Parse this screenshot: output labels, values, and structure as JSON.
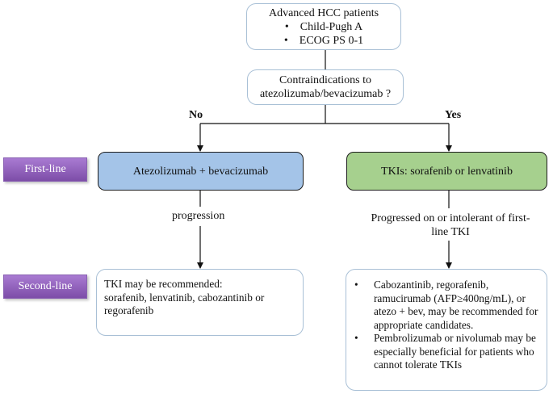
{
  "root": {
    "title": "Advanced HCC patients",
    "bullets": [
      "Child-Pugh A",
      "ECOG PS 0-1"
    ]
  },
  "question": {
    "line1": "Contraindications to",
    "line2": "atezolizumab/bevacizumab ?"
  },
  "branches": {
    "no": "No",
    "yes": "Yes"
  },
  "lines": {
    "first": "First-line",
    "second": "Second-line"
  },
  "first_line": {
    "no_branch": "Atezolizumab + bevacizumab",
    "yes_branch": "TKIs: sorafenib or lenvatinib"
  },
  "transitions": {
    "no_branch": "progression",
    "yes_branch": "Progressed on or  intolerant of first-line TKI"
  },
  "second_line": {
    "no_branch": {
      "line1": "TKI may be recommended:",
      "line2": "sorafenib, lenvatinib, cabozantinib or regorafenib"
    },
    "yes_branch": [
      "Cabozantinib, regorafenib, ramucirumab (AFP≥400ng/mL), or atezo + bev, may be recommended for appropriate candidates.",
      "Pembrolizumab or nivolumab may be especially beneficial for patients who cannot tolerate TKIs"
    ]
  },
  "colors": {
    "label_tab": "#8f5fbf",
    "first_line_no": "#a4c4e8",
    "first_line_yes": "#a6d08e",
    "box_border": "#a9c0d6"
  }
}
